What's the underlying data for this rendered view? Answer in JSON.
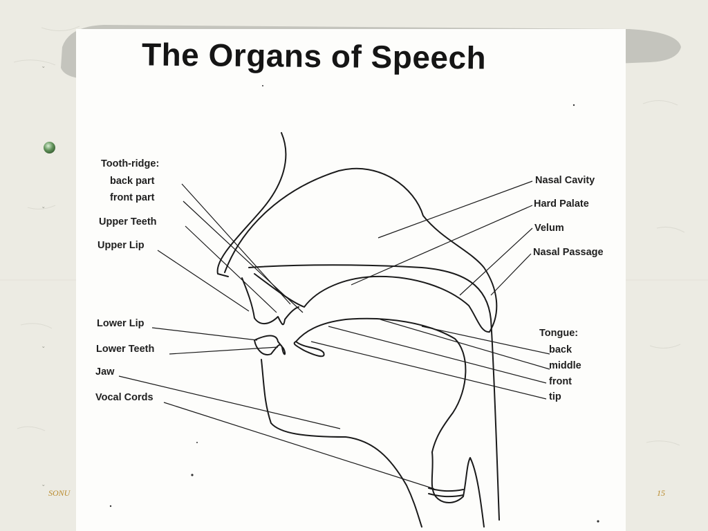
{
  "slide": {
    "footer_left": "SONU",
    "page_number": "15",
    "bullet_icon": "green-orb-bullet-icon",
    "accent_color": "#b98a2c"
  },
  "diagram": {
    "title": "The Organs of Speech",
    "labels_left": {
      "tooth_ridge": "Tooth-ridge:",
      "back_part": "back part",
      "front_part": "front part",
      "upper_teeth": "Upper Teeth",
      "upper_lip": "Upper Lip",
      "lower_lip": "Lower Lip",
      "lower_teeth": "Lower Teeth",
      "jaw": "Jaw",
      "vocal_cords": "Vocal Cords"
    },
    "labels_right": {
      "nasal_cavity": "Nasal Cavity",
      "hard_palate": "Hard Palate",
      "velum": "Velum",
      "nasal_passage": "Nasal Passage",
      "tongue": "Tongue:",
      "back": "back",
      "middle": "middle",
      "front": "front",
      "tip": "tip"
    }
  }
}
